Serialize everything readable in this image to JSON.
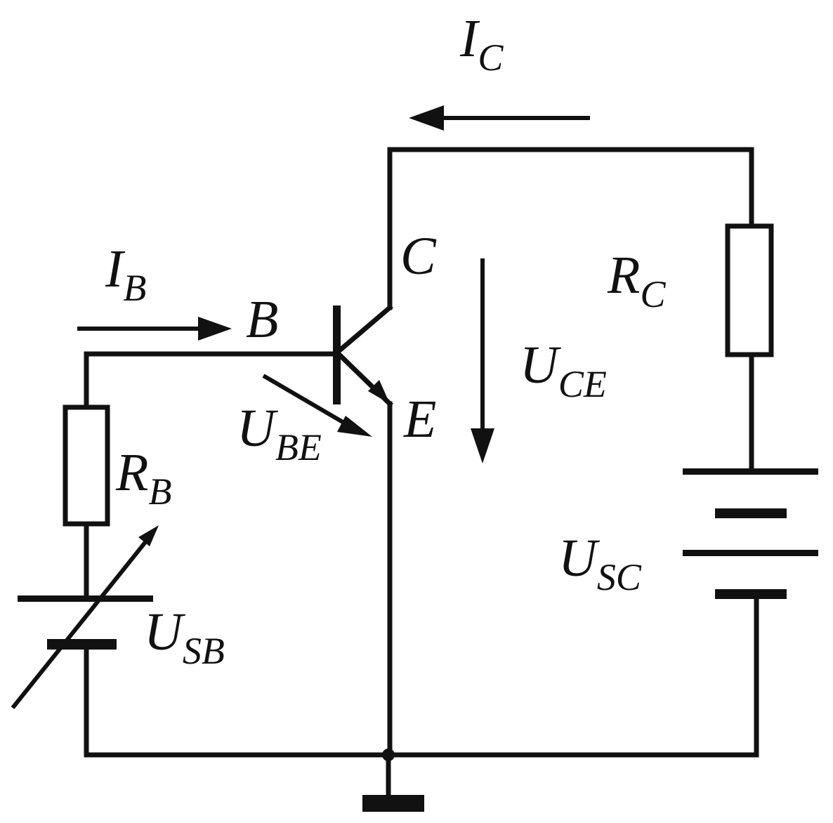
{
  "labels": {
    "ic": {
      "main": "I",
      "sub": "C"
    },
    "ib": {
      "main": "I",
      "sub": "B"
    },
    "c": {
      "main": "C"
    },
    "b": {
      "main": "B"
    },
    "e": {
      "main": "E"
    },
    "rc": {
      "main": "R",
      "sub": "C"
    },
    "rb": {
      "main": "R",
      "sub": "B"
    },
    "uce": {
      "main": "U",
      "sub": "CE"
    },
    "ube": {
      "main": "U",
      "sub": "BE"
    },
    "usc": {
      "main": "U",
      "sub": "SC"
    },
    "usb": {
      "main": "U",
      "sub": "SB"
    }
  },
  "colors": {
    "ink": "#111111",
    "background": "#ffffff"
  }
}
